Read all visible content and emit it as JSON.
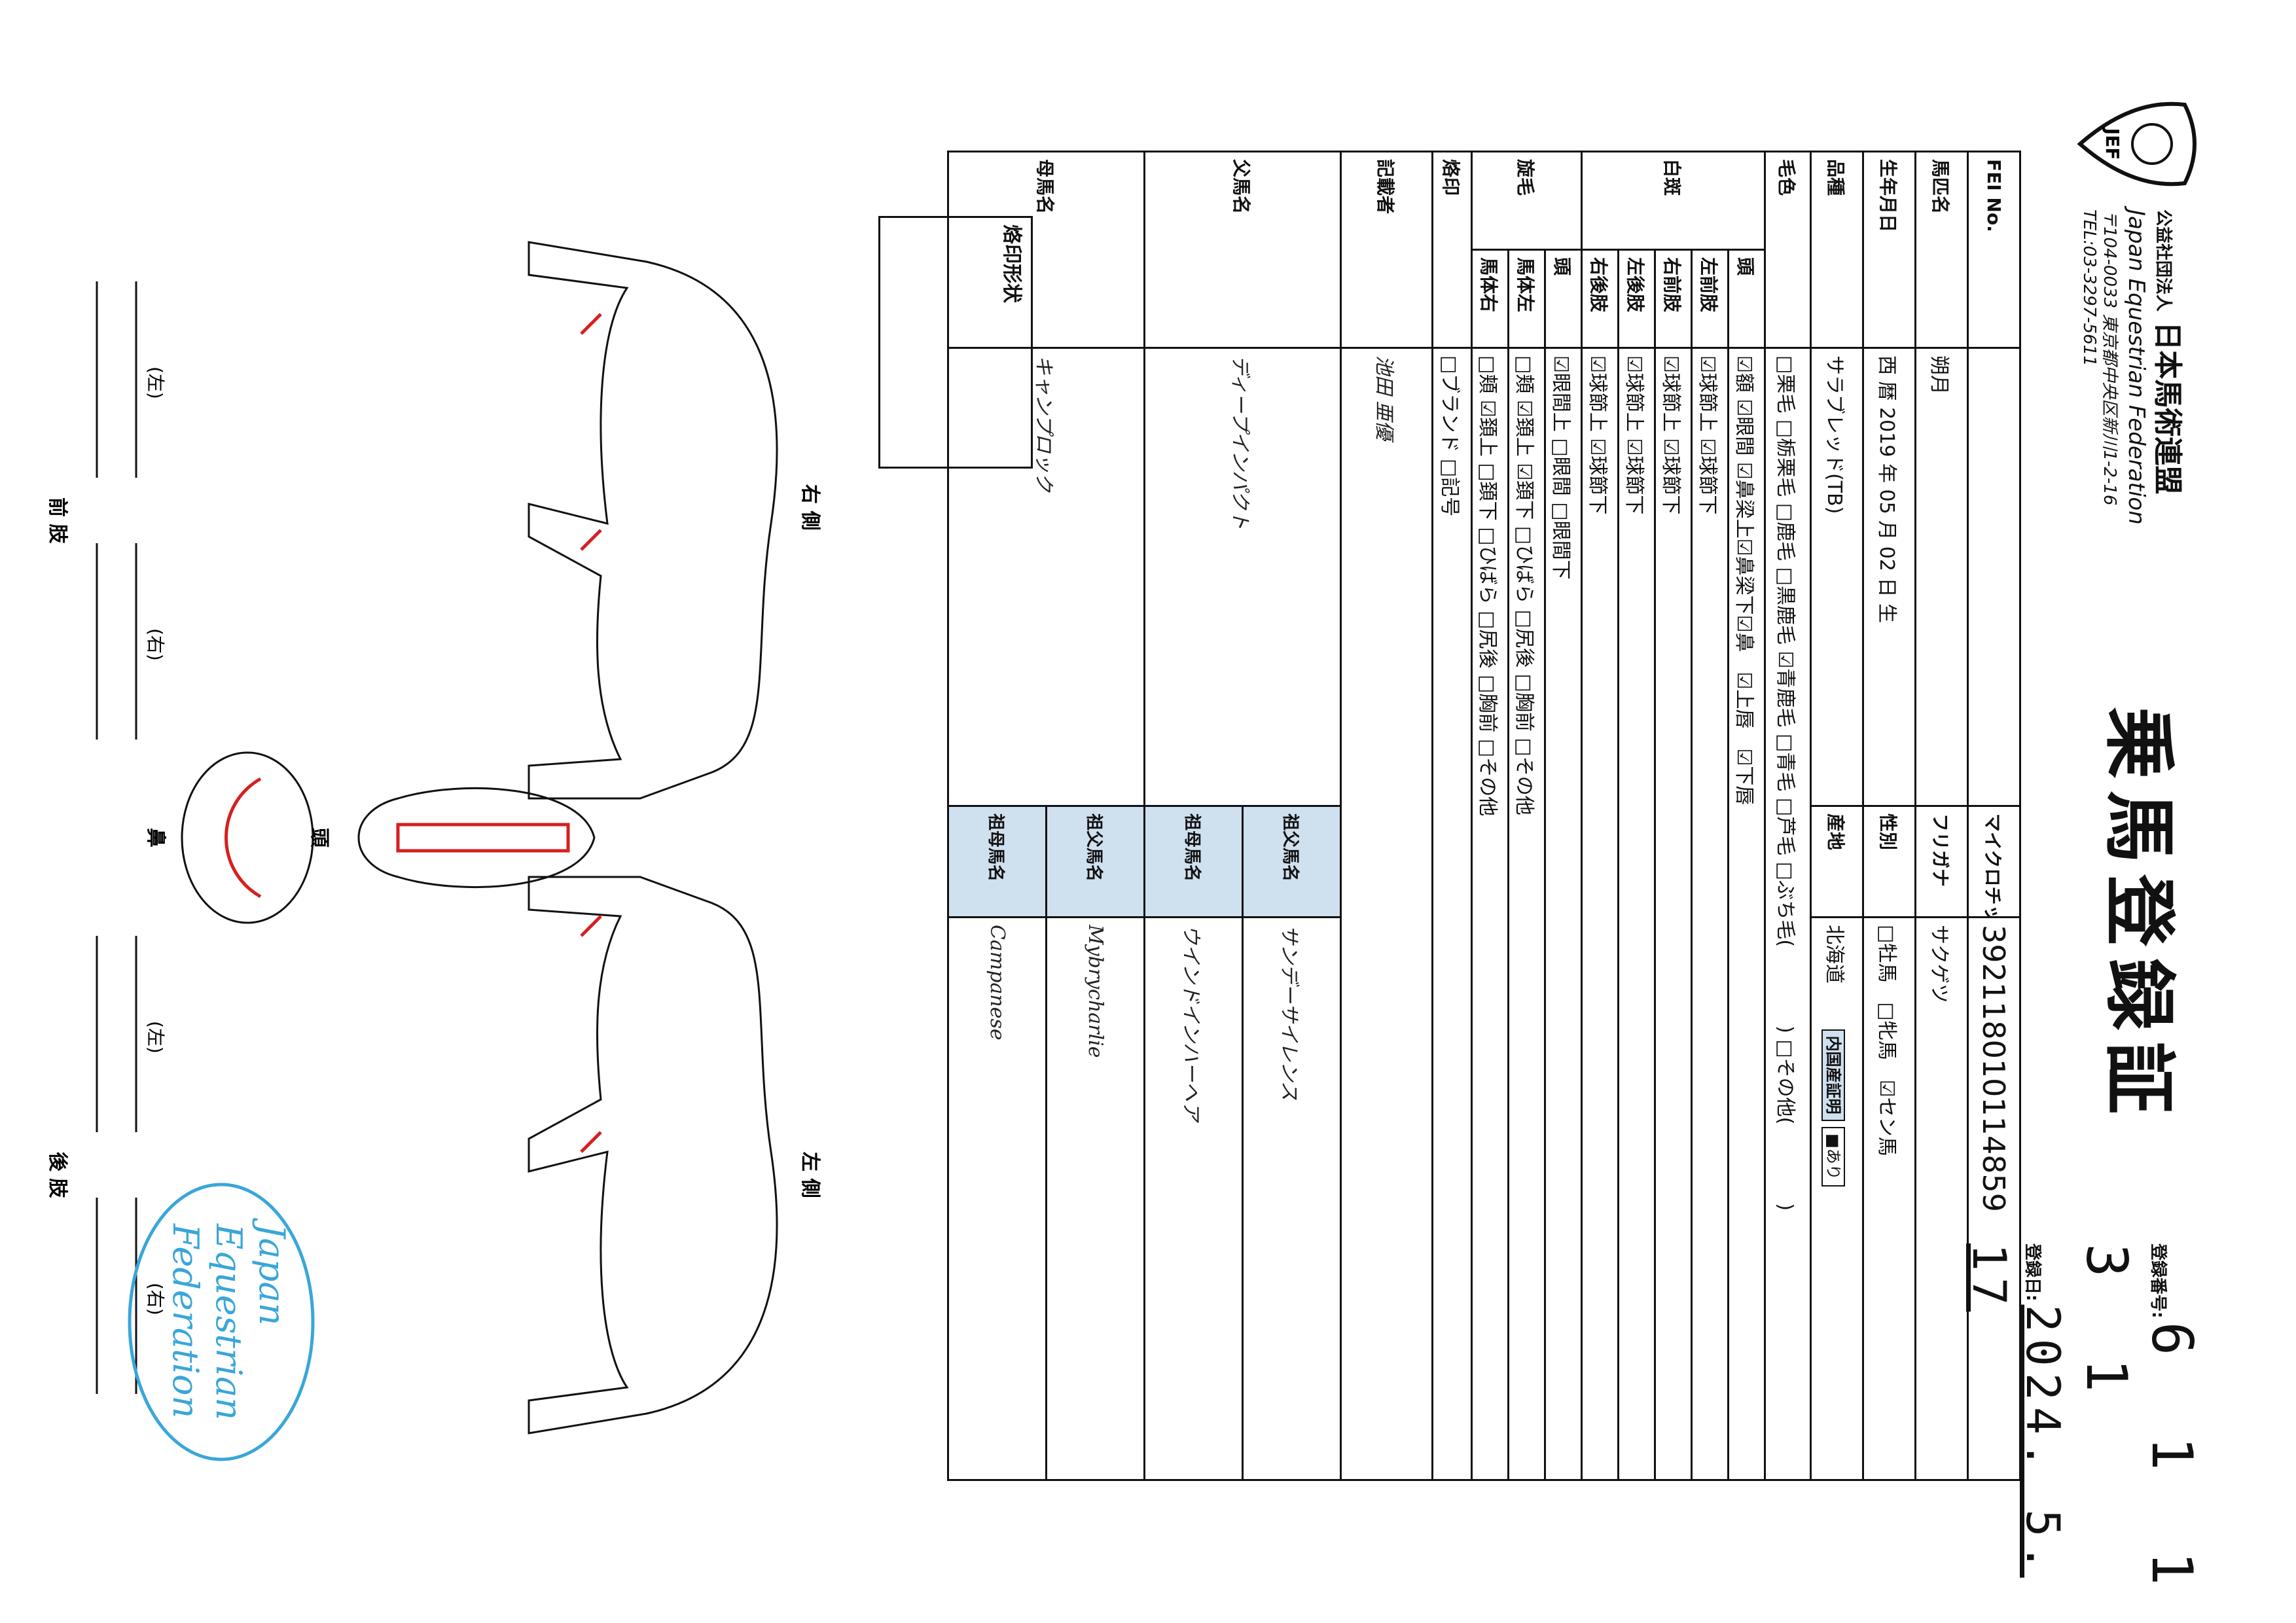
{
  "header": {
    "title": "乗馬登録証",
    "org_type": "公益社団法人",
    "org_name": "日本馬術連盟",
    "org_name_en": "Japan Equestrian Federation",
    "address": "〒104-0033 東京都中央区新川1-2-16",
    "tel": "TEL:03-3297-5611",
    "logo_text": "JEF"
  },
  "registration": {
    "number_label": "登録番号:",
    "number": "6 1 1 3 1",
    "date_label": "登録日:",
    "date": "2024. 5. 17"
  },
  "fields": {
    "fei_label": "FEI No.",
    "fei_value": "",
    "microchip_label": "マイクロチップNo.",
    "microchip_value": "392118010114859",
    "name_label": "馬匹名",
    "name_value": "朔月",
    "furigana_label": "フリガナ",
    "furigana_value": "サクゲツ",
    "birth_label": "生年月日",
    "birth_value": "西 暦 2019 年 05 月 02 日 生",
    "sex_label": "性別",
    "sex_options": "□牡馬　□牝馬　☑セン馬",
    "breed_label": "品種",
    "breed_value": "サラブレッド(TB)",
    "origin_label": "産地",
    "origin_value": "北海道",
    "origin_cert": "内国産証明",
    "origin_cert_value": "■あり",
    "color_label": "毛色",
    "color_options": "□栗毛 □栃栗毛 □鹿毛 □黒鹿毛 ☑青鹿毛 □青毛 □芦毛 □ぶち毛(　　　　) □その他(　　　　)",
    "white_label": "白斑",
    "head_label": "頭",
    "head_options": "☑額 ☑眼間 ☑鼻梁上☑鼻梁下☑鼻　☑上唇　☑下唇",
    "lf_label": "左前肢",
    "lf_options": "☑球節上 ☑球節下",
    "rf_label": "右前肢",
    "rf_options": "☑球節上 ☑球節下",
    "lh_label": "左後肢",
    "lh_options": "☑球節上 ☑球節下",
    "rh_label": "右後肢",
    "rh_options": "☑球節上 ☑球節下",
    "whorl_label": "旋毛",
    "whorl_head_label": "頭",
    "whorl_head_options": "☑眼間上 □眼間 □眼間下",
    "whorl_left_label": "馬体左",
    "whorl_left_options": "□頬 ☑頚上 ☑頚下 □ひばら □尻後 □胸前 □その他",
    "whorl_right_label": "馬体右",
    "whorl_right_options": "□頬 ☑頚上 □頚下 □ひばら □尻後 □胸前 □その他",
    "brand_label": "烙印",
    "brand_options": "□ブランド □記号",
    "recorder_label": "記載者",
    "recorder_value": "池田 亜優",
    "sire_label": "父馬名",
    "sire_value": "ディープインパクト",
    "dam_label": "母馬名",
    "dam_value": "キャンプロック",
    "gsire_label": "祖父馬名",
    "gsire_value": "サンデーサイレンス",
    "gdam_label": "祖母馬名",
    "gdam_value": "ウインドインハーヘア",
    "dgsire_label": "祖父馬名",
    "dgsire_value": "Mybrycharlie",
    "dgdam_label": "祖母馬名",
    "dgdam_value": "Campanese"
  },
  "diagram": {
    "brand_shape_label": "烙印形状",
    "right_side": "右 側",
    "left_side": "左 側",
    "head": "頭",
    "nose": "鼻",
    "forelegs": "前 肢",
    "hindlegs": "後 肢",
    "left": "(左)",
    "right": "(右)"
  },
  "stamp": {
    "line1": "Japan",
    "line2": "Equestrian",
    "line3": "Federation"
  },
  "colors": {
    "ink": "#111111",
    "marking": "#d62020",
    "shade": "#cfe0ef",
    "stamp": "#3aa6d8"
  }
}
